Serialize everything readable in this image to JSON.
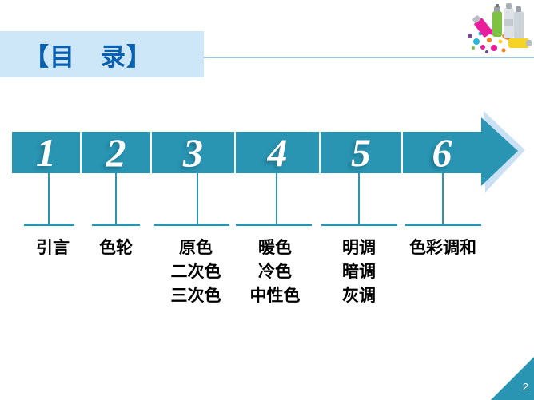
{
  "header": {
    "title": "【目　录】",
    "title_bg_color": "#cde7f8",
    "title_text_color": "#0a60b0",
    "rule_color": "#a3c2de"
  },
  "banner": {
    "fill_color": "#2995b3",
    "separator_color": "#ffffff",
    "number_color": "#ffffff",
    "arrow_outline_color": "#c9e0f5"
  },
  "sections": [
    {
      "number": "1",
      "lines": [
        "引言"
      ]
    },
    {
      "number": "2",
      "lines": [
        "色轮"
      ]
    },
    {
      "number": "3",
      "lines": [
        "原色",
        "二次色",
        "三次色"
      ]
    },
    {
      "number": "4",
      "lines": [
        "暖色",
        "冷色",
        "中性色"
      ]
    },
    {
      "number": "5",
      "lines": [
        "明调",
        "暗调",
        "灰调"
      ]
    },
    {
      "number": "6",
      "lines": [
        "色彩调和"
      ]
    }
  ],
  "graphic": {
    "name": "paint-spray-cans-with-color-splashes"
  },
  "footer": {
    "page_number": "2",
    "corner_color": "#2995b3"
  }
}
